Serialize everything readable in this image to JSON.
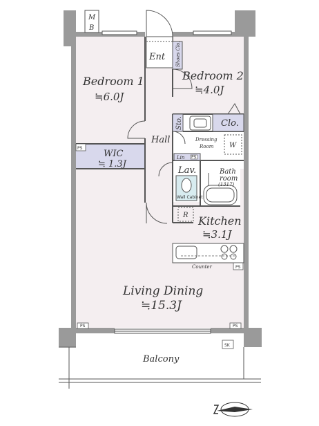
{
  "rooms": {
    "bedroom1": {
      "name": "Bedroom 1",
      "area": "≒6.0J"
    },
    "bedroom2": {
      "name": "Bedroom 2",
      "area": "≒4.0J"
    },
    "wic": {
      "name": "WIC",
      "area": "≒ 1.3J"
    },
    "kitchen": {
      "name": "Kitchen",
      "area": "≒3.1J"
    },
    "living": {
      "name": "Living Dining",
      "area": "≒15.3J"
    },
    "balcony": {
      "name": "Balcony"
    },
    "entrance": {
      "name": "Ent"
    },
    "hall": {
      "name": "Hall"
    },
    "bath": {
      "name_line1": "Bath",
      "name_line2": "room",
      "size": "(1317)"
    },
    "dressing": {
      "name_line1": "Dressing",
      "name_line2": "Room"
    },
    "lavatory": {
      "name": "Lav."
    }
  },
  "fixtures": {
    "mb": {
      "line1": "M",
      "line2": "B"
    },
    "shoes": "Shoes Clo.",
    "sto": "Sto.",
    "clo": "Clo.",
    "w": "W",
    "lin": "Lin",
    "r": "R",
    "counter": "Counter",
    "ps": "PS",
    "sk": "SK",
    "wall_cabinet": "Wall Cabinet"
  },
  "colors": {
    "floor": "#f4eef0",
    "wall": "#9a9a9a",
    "storage": "#d8d8ec",
    "line": "#555555"
  }
}
